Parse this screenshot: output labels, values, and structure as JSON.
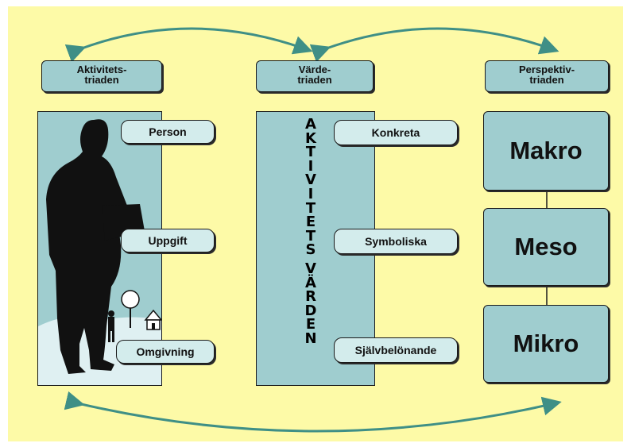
{
  "headers": {
    "left": [
      "Aktivitets-",
      "triaden"
    ],
    "middle": [
      "Värde-",
      "triaden"
    ],
    "right": [
      "Perspektiv-",
      "triaden"
    ]
  },
  "left_labels": [
    "Person",
    "Uppgift",
    "Omgivning"
  ],
  "middle_labels": [
    "Konkreta",
    "Symboliska",
    "Självbelönande"
  ],
  "right_boxes": [
    "Makro",
    "Meso",
    "Mikro"
  ],
  "vertical_word_1": [
    "A",
    "K",
    "T",
    "I",
    "V",
    "I",
    "T",
    "E",
    "T",
    "S"
  ],
  "vertical_word_2": [
    "V",
    "Ä",
    "R",
    "D",
    "E",
    "N"
  ],
  "colors": {
    "background": "#fdfaa7",
    "box_fill": "#9fcdcf",
    "pill_fill": "#d3ecec",
    "arrow": "#3f8f86"
  }
}
